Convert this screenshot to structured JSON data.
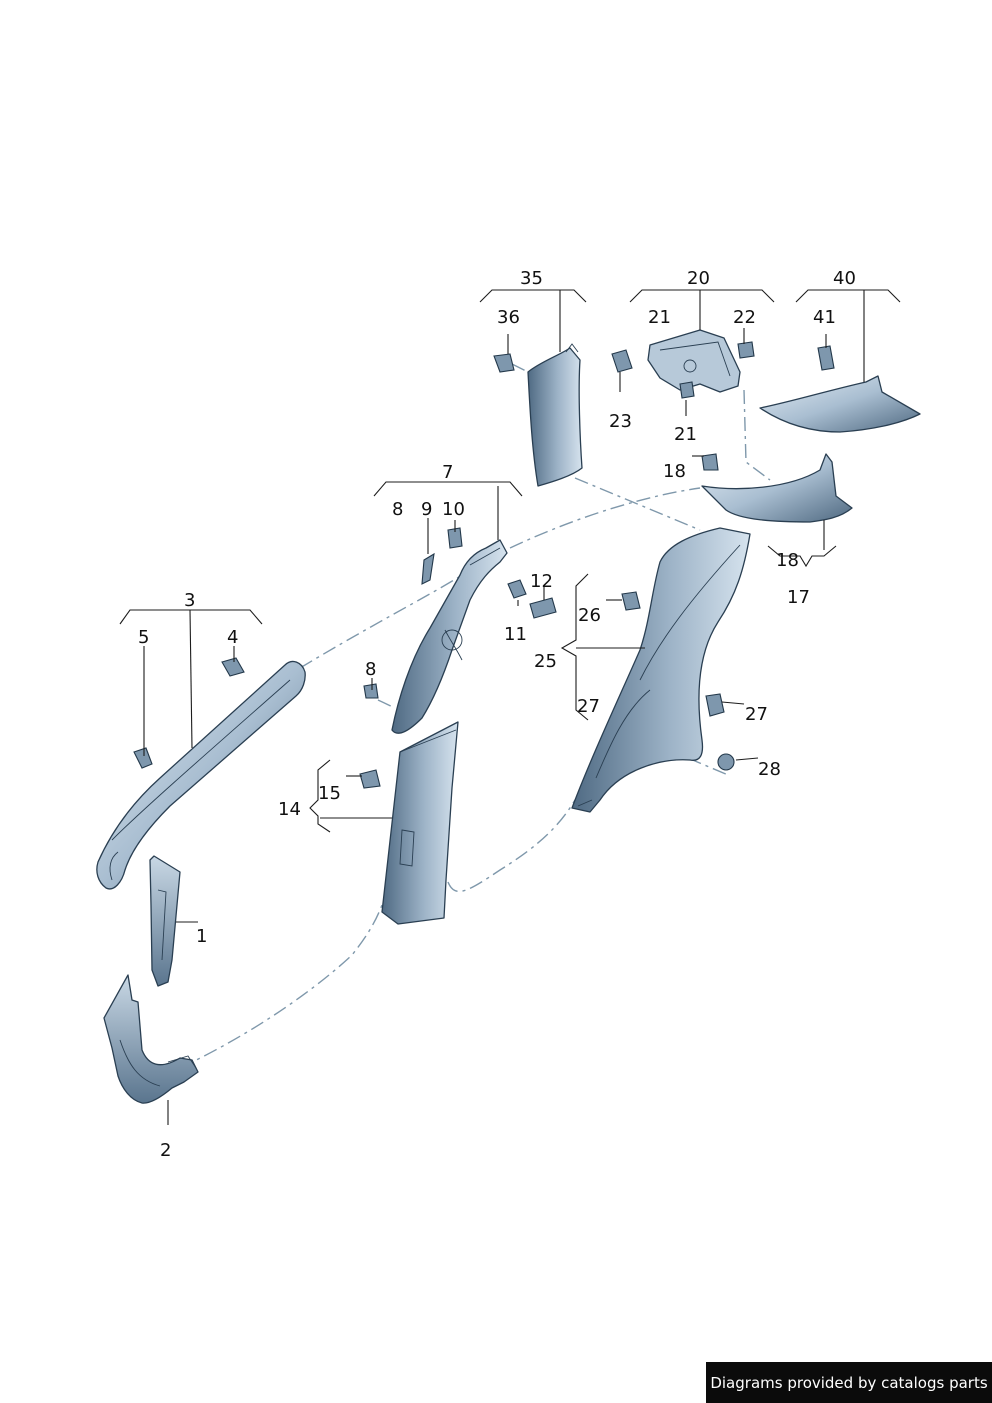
{
  "labels": {
    "c1": "1",
    "c2": "2",
    "c3": "3",
    "c4": "4",
    "c5": "5",
    "c7": "7",
    "c8a": "8",
    "c9": "9",
    "c10": "10",
    "c8b": "8",
    "c11": "11",
    "c12": "12",
    "c14": "14",
    "c15": "15",
    "c17": "17",
    "c18a": "18",
    "c18b": "18",
    "c20": "20",
    "c21a": "21",
    "c21b": "21",
    "c22": "22",
    "c23": "23",
    "c25": "25",
    "c26": "26",
    "c27a": "27",
    "c27b": "27",
    "c28": "28",
    "c35": "35",
    "c36": "36",
    "c40": "40",
    "c41": "41"
  },
  "footer": {
    "credit": "Diagrams provided by catalogs parts"
  },
  "colors": {
    "panel_fill": "#9db3c7",
    "panel_light": "#dfe9f2",
    "outline": "#2a3f52",
    "dash_line": "#7f98ab"
  }
}
